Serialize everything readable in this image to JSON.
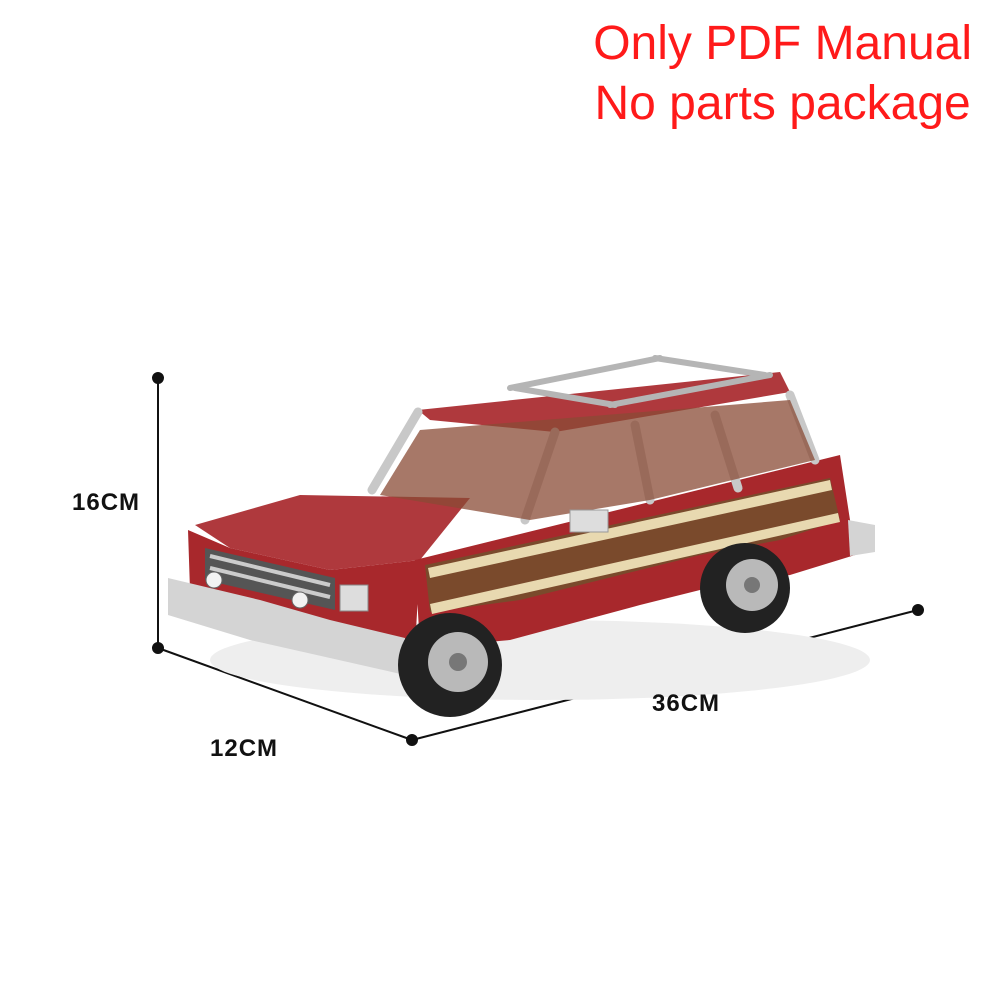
{
  "banner": {
    "line1": "Only PDF Manual",
    "line2": "No parts package",
    "color": "#ff1a1a"
  },
  "dimensions": {
    "height_label": "16CM",
    "depth_label": "12CM",
    "length_label": "36CM"
  },
  "product": {
    "body_color": "#a8282c",
    "wood_color": "#7a4a2c",
    "trim_color": "#e8d9b0",
    "bumper_color": "#d4d4d4"
  }
}
